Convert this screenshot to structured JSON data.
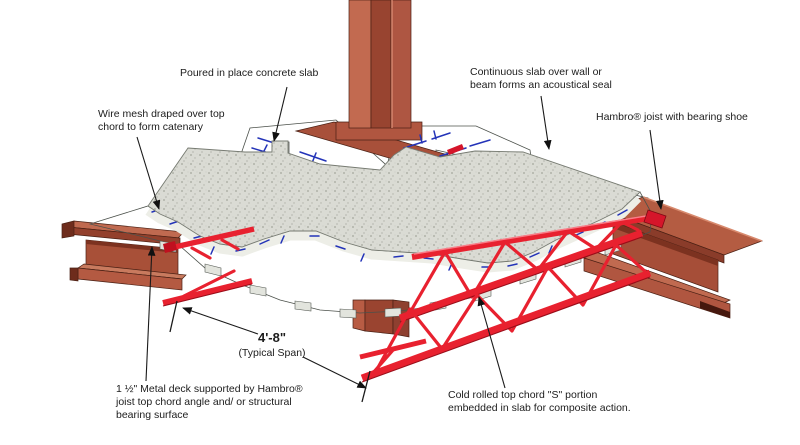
{
  "diagram": {
    "title_note": "Hambro composite floor system isometric detail",
    "labels": {
      "poured_slab": {
        "text": "Poured in place concrete slab"
      },
      "wire_mesh": {
        "l1": "Wire mesh draped over top",
        "l2": "chord to form catenary"
      },
      "continuous_slab": {
        "l1": "Continuous slab over wall or",
        "l2": "beam forms an acoustical seal"
      },
      "hambro_joist": {
        "text": "Hambro® joist with bearing shoe"
      },
      "metal_deck": {
        "l1": "1 ½\" Metal deck supported by Hambro®",
        "l2": "joist top chord angle and/ or structural",
        "l3": "bearing surface"
      },
      "cold_rolled": {
        "l1": "Cold rolled top chord \"S\" portion",
        "l2": "embedded in slab for composite action."
      }
    },
    "dimension": {
      "value": "4'-8\"",
      "qualifier": "(Typical Span)"
    },
    "colors": {
      "background": "#ffffff",
      "structural_steel_brick": "#b0583f",
      "joist_red": "#e8212f",
      "deck_rib_dark": "#6e7678",
      "deck_rib_light": "#c4c9c3",
      "concrete_slab": "#dadbd4",
      "wire_mesh_blue": "#2333b8",
      "text": "#1c1c1c"
    }
  }
}
